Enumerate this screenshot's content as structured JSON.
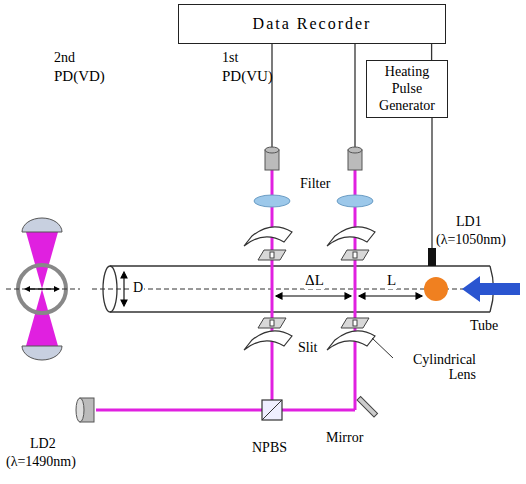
{
  "diagram": {
    "nodes": [
      {
        "text": [
          "Data Recorder"
        ]
      },
      {
        "text": [
          "Heating Pulse Generator"
        ]
      }
    ],
    "edges": [
      {
        "from": 0,
        "to": 1,
        "arrow": "none"
      }
    ],
    "labels": [
      "2nd",
      "PD(VD)",
      "1st",
      "PD(VU)",
      "Filter",
      "LD1",
      "(λ=1050nm)",
      "D",
      "ΔL",
      "L",
      "Tube",
      "Slit",
      "Cylindrical Lens",
      "LD2",
      "(λ=1490nm)",
      "NPBS",
      "Mirror"
    ]
  }
}
